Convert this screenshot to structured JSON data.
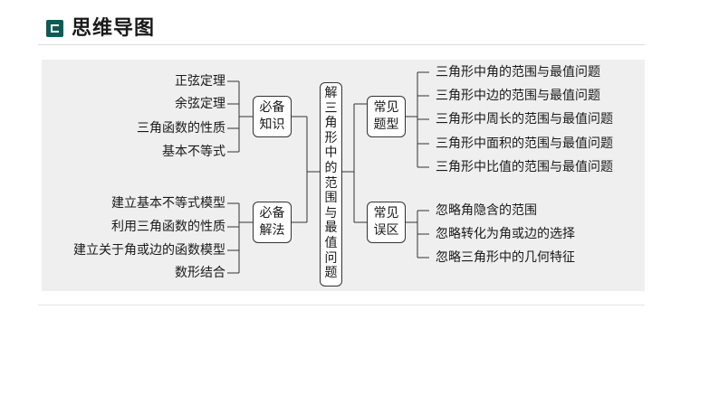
{
  "header": {
    "title": "思维导图"
  },
  "center": {
    "chars": [
      "解",
      "三",
      "角",
      "形",
      "中",
      "的",
      "范",
      "围",
      "与",
      "最",
      "值",
      "问",
      "题"
    ]
  },
  "left_groups": [
    {
      "box": {
        "line1": "必备",
        "line2": "知识"
      },
      "items": [
        "正弦定理",
        "余弦定理",
        "三角函数的性质",
        "基本不等式"
      ]
    },
    {
      "box": {
        "line1": "必备",
        "line2": "解法"
      },
      "items": [
        "建立基本不等式模型",
        "利用三角函数的性质",
        "建立关于角或边的函数模型",
        "数形结合"
      ]
    }
  ],
  "right_groups": [
    {
      "box": {
        "line1": "常见",
        "line2": "题型"
      },
      "items": [
        "三角形中角的范围与最值问题",
        "三角形中边的范围与最值问题",
        "三角形中周长的范围与最值问题",
        "三角形中面积的范围与最值问题",
        "三角形中比值的范围与最值问题"
      ]
    },
    {
      "box": {
        "line1": "常见",
        "line2": "误区"
      },
      "items": [
        "忽略角隐含的范围",
        "忽略转化为角或边的选择",
        "忽略三角形中的几何特征"
      ]
    }
  ]
}
